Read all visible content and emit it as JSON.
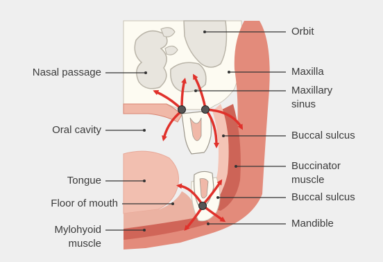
{
  "labels": {
    "orbit": "Orbit",
    "maxilla": "Maxilla",
    "maxillary_sinus_line1": "Maxillary",
    "maxillary_sinus_line2": "sinus",
    "buccal_sulcus_upper": "Buccal sulcus",
    "buccinator_line1": "Buccinator",
    "buccinator_line2": "muscle",
    "buccal_sulcus_lower": "Buccal sulcus",
    "mandible": "Mandible",
    "nasal_passage": "Nasal passage",
    "oral_cavity": "Oral cavity",
    "tongue": "Tongue",
    "floor_of_mouth": "Floor of mouth",
    "mylohyoid_line1": "Mylohyoid",
    "mylohyoid_line2": "muscle"
  },
  "colors": {
    "background": "#efefef",
    "bone": "#fdfbf2",
    "bone_outline": "#b9b4a8",
    "muscle_light": "#f0b8a8",
    "muscle_mid": "#e4897a",
    "muscle_dark": "#d06558",
    "tongue": "#f2bfb0",
    "arrow": "#e0312b",
    "leader": "#333333"
  },
  "icons": {
    "arrow": "red-spread-arrow",
    "node": "spread-origin-node"
  }
}
